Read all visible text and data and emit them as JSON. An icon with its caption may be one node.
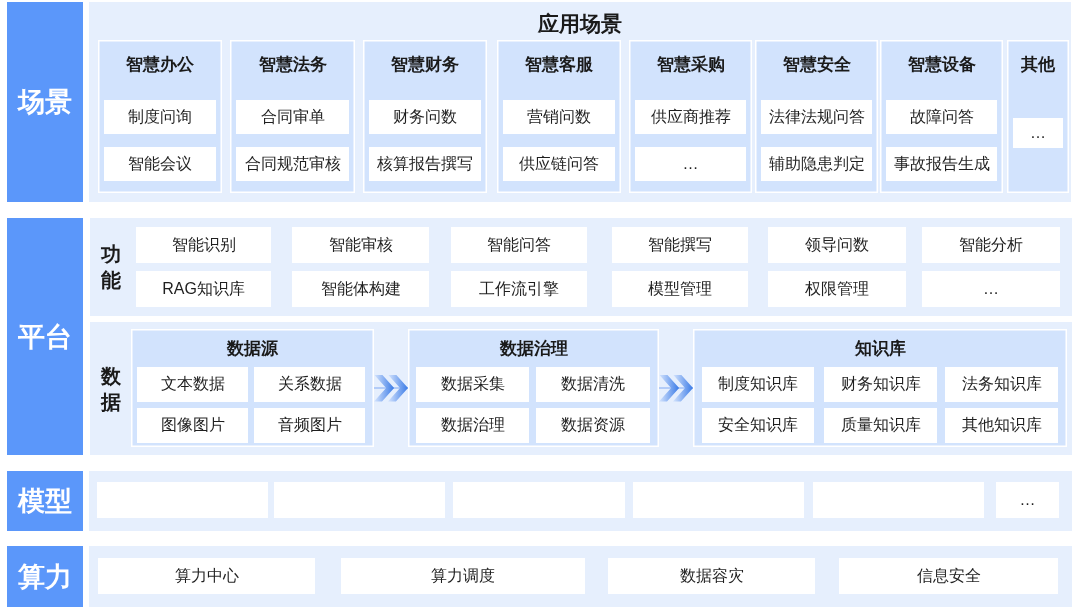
{
  "diagram": {
    "nodes": [
      {
        "text": [
          "场景"
        ]
      },
      {
        "text": [
          "应用场景"
        ]
      },
      {
        "text": [
          "智慧办公"
        ],
        "in": 1
      },
      {
        "text": [
          "制度问询"
        ],
        "in": 2
      },
      {
        "text": [
          "智能会议"
        ],
        "in": 2
      },
      {
        "text": [
          "智慧法务"
        ],
        "in": 1
      },
      {
        "text": [
          "合同审单"
        ],
        "in": 5
      },
      {
        "text": [
          "合同规范审核"
        ],
        "in": 5
      },
      {
        "text": [
          "智慧财务"
        ],
        "in": 1
      },
      {
        "text": [
          "财务问数"
        ],
        "in": 8
      },
      {
        "text": [
          "核算报告撰写"
        ],
        "in": 8
      },
      {
        "text": [
          "智慧客服"
        ],
        "in": 1
      },
      {
        "text": [
          "营销问数"
        ],
        "in": 11
      },
      {
        "text": [
          "供应链问答"
        ],
        "in": 11
      },
      {
        "text": [
          "智慧采购"
        ],
        "in": 1
      },
      {
        "text": [
          "供应商推荐"
        ],
        "in": 14
      },
      {
        "text": [
          "…"
        ],
        "in": 14
      },
      {
        "text": [
          "智慧安全"
        ],
        "in": 1
      },
      {
        "text": [
          "法律法规问答"
        ],
        "in": 17
      },
      {
        "text": [
          "辅助隐患判定"
        ],
        "in": 17
      },
      {
        "text": [
          "智慧设备"
        ],
        "in": 1
      },
      {
        "text": [
          "故障问答"
        ],
        "in": 20
      },
      {
        "text": [
          "事故报告生成"
        ],
        "in": 20
      },
      {
        "text": [
          "其他"
        ],
        "in": 1
      },
      {
        "text": [
          "…"
        ],
        "in": 23
      },
      {
        "text": [
          "平台"
        ]
      },
      {
        "text": [
          "功能"
        ]
      },
      {
        "text": [
          "智能识别"
        ],
        "in": 26
      },
      {
        "text": [
          "智能审核"
        ],
        "in": 26
      },
      {
        "text": [
          "智能问答"
        ],
        "in": 26
      },
      {
        "text": [
          "智能撰写"
        ],
        "in": 26
      },
      {
        "text": [
          "领导问数"
        ],
        "in": 26
      },
      {
        "text": [
          "智能分析"
        ],
        "in": 26
      },
      {
        "text": [
          "RAG知识库"
        ],
        "in": 26
      },
      {
        "text": [
          "智能体构建"
        ],
        "in": 26
      },
      {
        "text": [
          "工作流引擎"
        ],
        "in": 26
      },
      {
        "text": [
          "模型管理"
        ],
        "in": 26
      },
      {
        "text": [
          "权限管理"
        ],
        "in": 26
      },
      {
        "text": [
          "…"
        ],
        "in": 26
      },
      {
        "text": [
          "数据"
        ]
      },
      {
        "text": [
          "数据源"
        ],
        "in": 39
      },
      {
        "text": [
          "文本数据"
        ],
        "in": 40
      },
      {
        "text": [
          "关系数据"
        ],
        "in": 40
      },
      {
        "text": [
          "图像图片"
        ],
        "in": 40
      },
      {
        "text": [
          "音频图片"
        ],
        "in": 40
      },
      {
        "text": [
          "数据治理"
        ],
        "in": 39
      },
      {
        "text": [
          "数据采集"
        ],
        "in": 45
      },
      {
        "text": [
          "数据清洗"
        ],
        "in": 45
      },
      {
        "text": [
          "数据治理"
        ],
        "in": 45
      },
      {
        "text": [
          "数据资源"
        ],
        "in": 45
      },
      {
        "text": [
          "知识库"
        ],
        "in": 39
      },
      {
        "text": [
          "制度知识库"
        ],
        "in": 50
      },
      {
        "text": [
          "财务知识库"
        ],
        "in": 50
      },
      {
        "text": [
          "法务知识库"
        ],
        "in": 50
      },
      {
        "text": [
          "安全知识库"
        ],
        "in": 50
      },
      {
        "text": [
          "质量知识库"
        ],
        "in": 50
      },
      {
        "text": [
          "其他知识库"
        ],
        "in": 50
      },
      {
        "text": [
          "模型"
        ]
      },
      {
        "text": [],
        "shape": "box"
      },
      {
        "text": [],
        "shape": "box",
        "in": 58
      },
      {
        "text": [],
        "shape": "box",
        "in": 58
      },
      {
        "text": [],
        "shape": "box",
        "in": 58
      },
      {
        "text": [],
        "shape": "box",
        "in": 58
      },
      {
        "text": [],
        "shape": "box",
        "in": 58
      },
      {
        "text": [
          "…"
        ],
        "in": 58
      },
      {
        "text": [
          "算力"
        ]
      },
      {
        "text": [],
        "shape": "box"
      },
      {
        "text": [
          "算力中心"
        ],
        "in": 66
      },
      {
        "text": [
          "算力调度"
        ],
        "in": 66
      },
      {
        "text": [
          "数据容灾"
        ],
        "in": 66
      },
      {
        "text": [
          "信息安全"
        ],
        "in": 66
      }
    ],
    "edges": [
      {
        "from": 40,
        "to": 45,
        "arrow": "to"
      },
      {
        "from": 45,
        "to": 50,
        "arrow": "to"
      }
    ]
  }
}
